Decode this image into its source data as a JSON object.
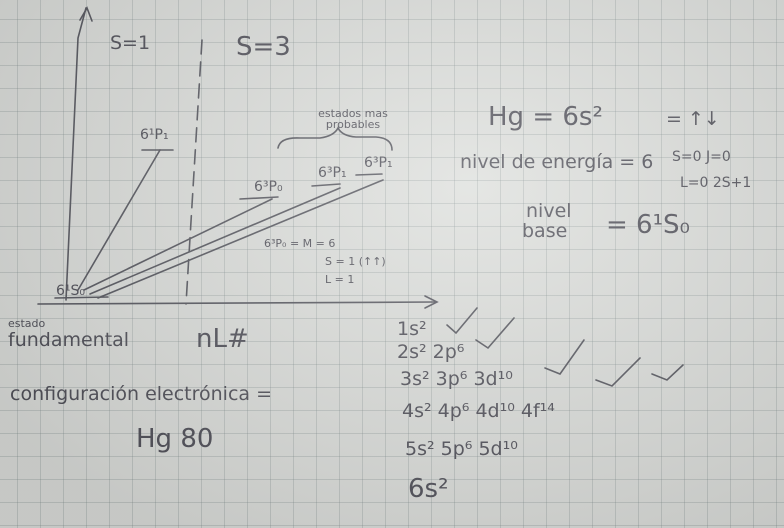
{
  "diagram": {
    "spin_single": "S=1",
    "spin_triplet": "S=3",
    "state_6_1P1": "6¹P₁",
    "most_probable_label": "estados mas probables",
    "state_6_3P0": "6³P₀",
    "state_6_3P1": "6³P₁",
    "state_6_3P1_b": "6³P₁",
    "ground_state": "6¹S₀",
    "p0_note_line1": "6³P₀ = M = 6",
    "p0_note_line2": "S = 1 (↑↑)",
    "p0_note_line3": "L = 1",
    "axis_label_line1": "estado",
    "axis_label_line2": "fundamental",
    "x_axis_label": "nL#"
  },
  "notes": {
    "hg_line": "Hg = 6s²",
    "hg_arrows": "= ↑↓",
    "energy_level": "nivel de energía = 6",
    "s_j": "S=0  J=0",
    "l_2s1": "L=0  2S+1",
    "nivel_base_line1": "nivel",
    "nivel_base_line2": "base",
    "nivel_base_value": "= 6¹S₀",
    "config_label": "configuración electrónica =",
    "element": "Hg 80"
  },
  "configuration": {
    "rows": [
      "1s²",
      "2s² 2p⁶",
      "3s² 3p⁶ 3d¹⁰",
      "4s² 4p⁶ 4d¹⁰ 4f¹⁴",
      "5s² 5p⁶ 5d¹⁰",
      "6s²"
    ]
  },
  "colors": {
    "ink": "#4f4f58",
    "paper": "#dcdedb",
    "grid": "#87979b"
  }
}
